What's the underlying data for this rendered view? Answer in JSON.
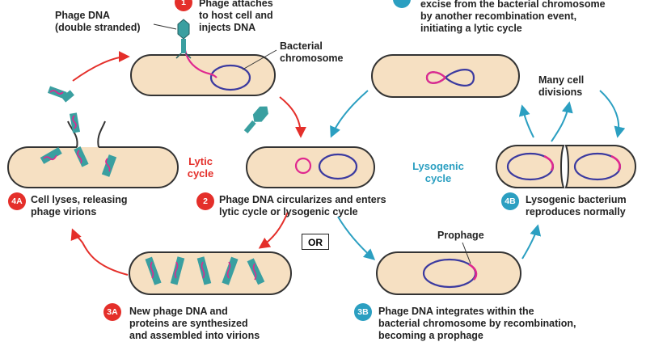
{
  "colors": {
    "lytic_red": "#e42f2a",
    "lysogenic_teal": "#2b9fc1",
    "cell_fill": "#f6e0c2",
    "cell_outline": "#333333",
    "bacterial_chromosome": "#3b3aa0",
    "phage_dna": "#e0288f",
    "phage_body": "#3a9fa0"
  },
  "labels": {
    "phage_dna": [
      "Phage DNA",
      "(double stranded)"
    ],
    "step1": [
      "Phage attaches",
      "to host cell and",
      "injects DNA"
    ],
    "bacterial_chromosome": [
      "Bacterial",
      "chromosome"
    ],
    "top_right": [
      "excise from the bacterial chromosome",
      "by another recombination event,",
      "initiating a lytic cycle"
    ],
    "many_cell_divisions": [
      "Many cell",
      "divisions"
    ],
    "lytic_cycle": [
      "Lytic",
      "cycle"
    ],
    "lysogenic_cycle": [
      "Lysogenic",
      "cycle"
    ],
    "step4a": [
      "Cell lyses, releasing",
      "phage virions"
    ],
    "step2": [
      "Phage DNA circularizes and enters",
      "lytic cycle or lysogenic cycle"
    ],
    "step4b": [
      "Lysogenic bacterium",
      "reproduces normally"
    ],
    "or": "OR",
    "prophage": "Prophage",
    "step3a": [
      "New phage DNA and",
      "proteins are synthesized",
      "and assembled into virions"
    ],
    "step3b": [
      "Phage DNA integrates within the",
      "bacterial chromosome by recombination,",
      "becoming a prophage"
    ]
  },
  "badges": {
    "b1": "1",
    "b2": "2",
    "b3a": "3A",
    "b4a": "4A",
    "b3b": "3B",
    "b4b": "4B"
  }
}
